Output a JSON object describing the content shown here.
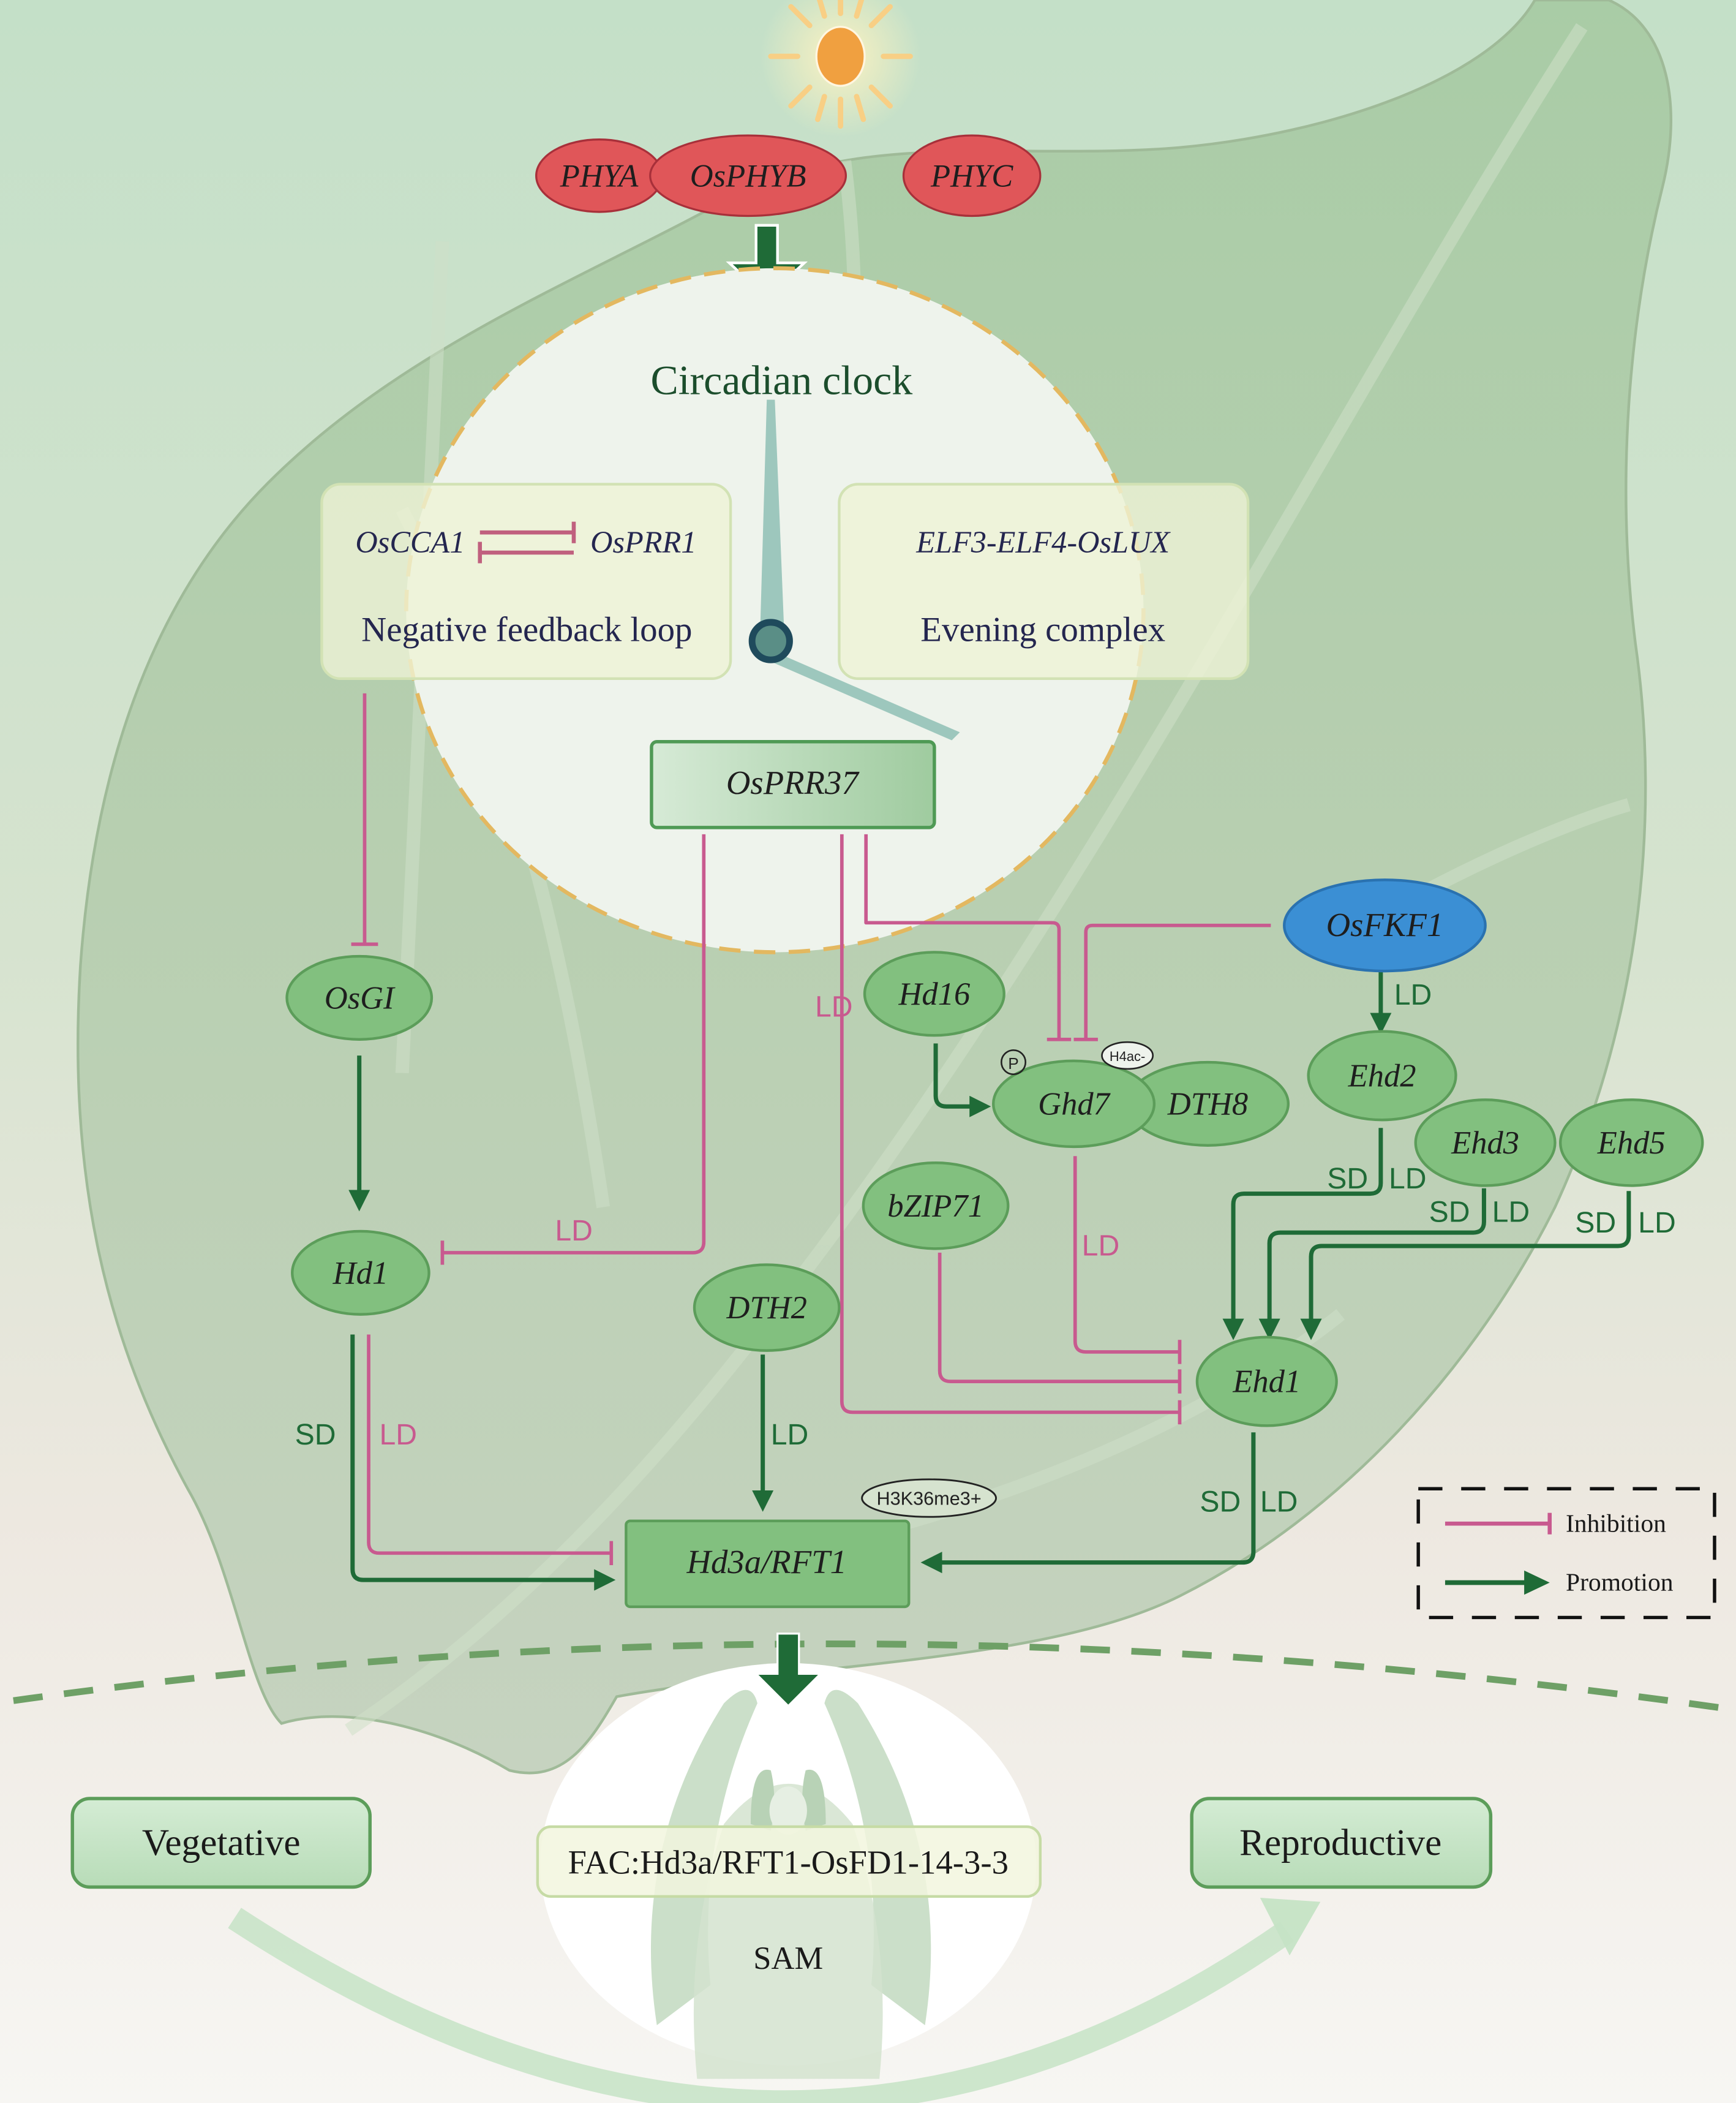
{
  "figure": {
    "title": "Rice photoperiodic flowering pathway"
  },
  "colors": {
    "inhibition": "#c85a8f",
    "promotion": "#1f6b37",
    "gene_node": "#82c07f",
    "photoreceptor": "#e05659",
    "osfkf1": "#3b8fd4",
    "sun": "#f0a040",
    "clock_face": "#eef3ec",
    "clock_border": "#e3b860"
  },
  "photoreceptors": [
    {
      "id": "PHYA",
      "label": "PHYA"
    },
    {
      "id": "OsPHYB",
      "label": "OsPHYB"
    },
    {
      "id": "PHYC",
      "label": "PHYC"
    }
  ],
  "clock": {
    "title": "Circadian clock",
    "feedback_box": {
      "gene_left": "OsCCA1",
      "gene_right": "OsPRR1",
      "caption": "Negative feedback loop"
    },
    "evening_box": {
      "genes": "ELF3-ELF4-OsLUX",
      "caption": "Evening complex"
    },
    "center_gene": "OsPRR37"
  },
  "genes": {
    "OsGI": "OsGI",
    "Hd1": "Hd1",
    "Hd16": "Hd16",
    "Ghd7": "Ghd7",
    "DTH8": "DTH8",
    "OsFKF1": "OsFKF1",
    "Ehd2": "Ehd2",
    "Ehd3": "Ehd3",
    "Ehd5": "Ehd5",
    "bZIP71": "bZIP71",
    "DTH2": "DTH2",
    "Ehd1": "Ehd1",
    "Hd3a_RFT1": "Hd3a/RFT1"
  },
  "modifications": {
    "phospho": "P",
    "h4ac": "H4ac-",
    "h3k36": "H3K36me3+"
  },
  "edge_labels": {
    "ld": "LD",
    "sd": "SD"
  },
  "edges": [
    {
      "from": "Negative feedback loop",
      "to": "OsGI",
      "type": "inhibition",
      "condition": ""
    },
    {
      "from": "OsGI",
      "to": "Hd1",
      "type": "promotion",
      "condition": ""
    },
    {
      "from": "OsPRR37",
      "to": "Hd1",
      "type": "inhibition",
      "condition": "LD"
    },
    {
      "from": "OsPRR37",
      "to": "Ehd1",
      "type": "inhibition",
      "condition": "LD"
    },
    {
      "from": "OsPRR37",
      "to": "Ghd7",
      "type": "inhibition",
      "condition": ""
    },
    {
      "from": "OsFKF1",
      "to": "Ghd7",
      "type": "inhibition",
      "condition": ""
    },
    {
      "from": "OsFKF1",
      "to": "Ehd2",
      "type": "promotion",
      "condition": "LD"
    },
    {
      "from": "Hd16",
      "to": "Ghd7",
      "type": "promotion",
      "condition": ""
    },
    {
      "from": "Ghd7",
      "to": "Ehd1",
      "type": "inhibition",
      "condition": "LD"
    },
    {
      "from": "bZIP71",
      "to": "Ehd1",
      "type": "inhibition",
      "condition": ""
    },
    {
      "from": "Ehd2",
      "to": "Ehd1",
      "type": "promotion",
      "condition": "SD|LD"
    },
    {
      "from": "Ehd3",
      "to": "Ehd1",
      "type": "promotion",
      "condition": "SD|LD"
    },
    {
      "from": "Ehd5",
      "to": "Ehd1",
      "type": "promotion",
      "condition": "SD|LD"
    },
    {
      "from": "Hd1",
      "to": "Hd3a/RFT1",
      "type": "promotion",
      "condition": "SD"
    },
    {
      "from": "Hd1",
      "to": "Hd3a/RFT1",
      "type": "inhibition",
      "condition": "LD"
    },
    {
      "from": "DTH2",
      "to": "Hd3a/RFT1",
      "type": "promotion",
      "condition": "LD"
    },
    {
      "from": "Ehd1",
      "to": "Hd3a/RFT1",
      "type": "promotion",
      "condition": "SD|LD"
    }
  ],
  "legend": {
    "inhibition": "Inhibition",
    "promotion": "Promotion"
  },
  "bottom": {
    "vegetative": "Vegetative",
    "reproductive": "Reproductive",
    "fac": "FAC:Hd3a/RFT1-OsFD1-14-3-3",
    "sam": "SAM"
  }
}
